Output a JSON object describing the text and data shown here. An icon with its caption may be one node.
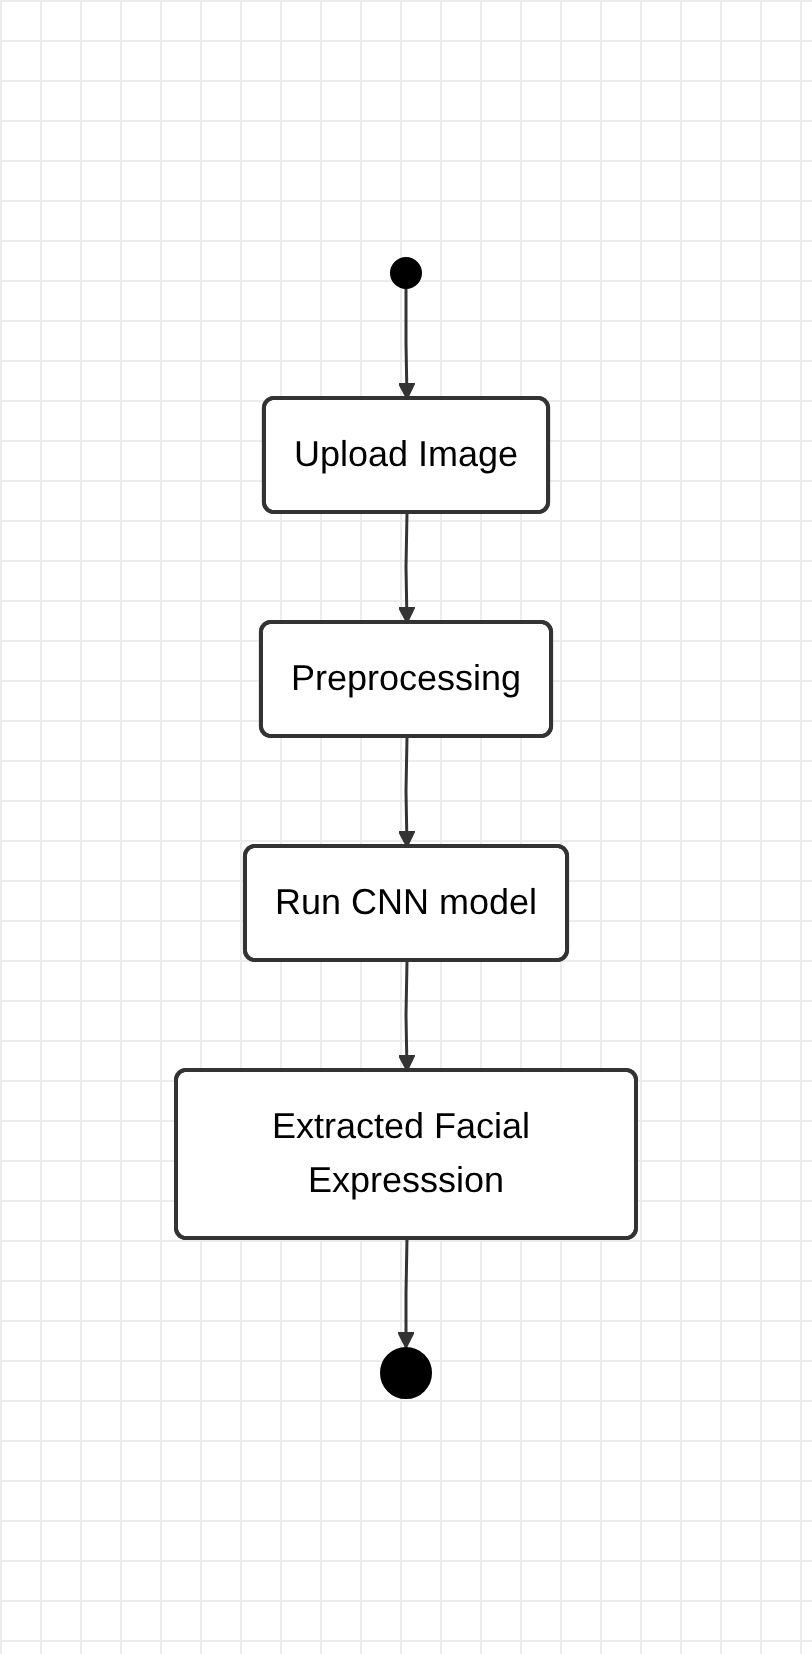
{
  "diagram": {
    "nodes": [
      {
        "text": [],
        "shape": "circle"
      },
      {
        "text": [
          "Upload Image"
        ]
      },
      {
        "text": [
          "Preprocessing"
        ]
      },
      {
        "text": [
          "Run CNN model"
        ]
      },
      {
        "text": [
          "Extracted Facial Expresssion"
        ]
      },
      {
        "text": [],
        "shape": "circle"
      }
    ],
    "edges": [
      {
        "from": 0,
        "to": 1,
        "arrow": "to"
      },
      {
        "from": 1,
        "to": 2,
        "arrow": "to"
      },
      {
        "from": 2,
        "to": 3,
        "arrow": "to"
      },
      {
        "from": 3,
        "to": 4,
        "arrow": "to"
      },
      {
        "from": 4,
        "to": 5,
        "arrow": "to"
      }
    ]
  }
}
